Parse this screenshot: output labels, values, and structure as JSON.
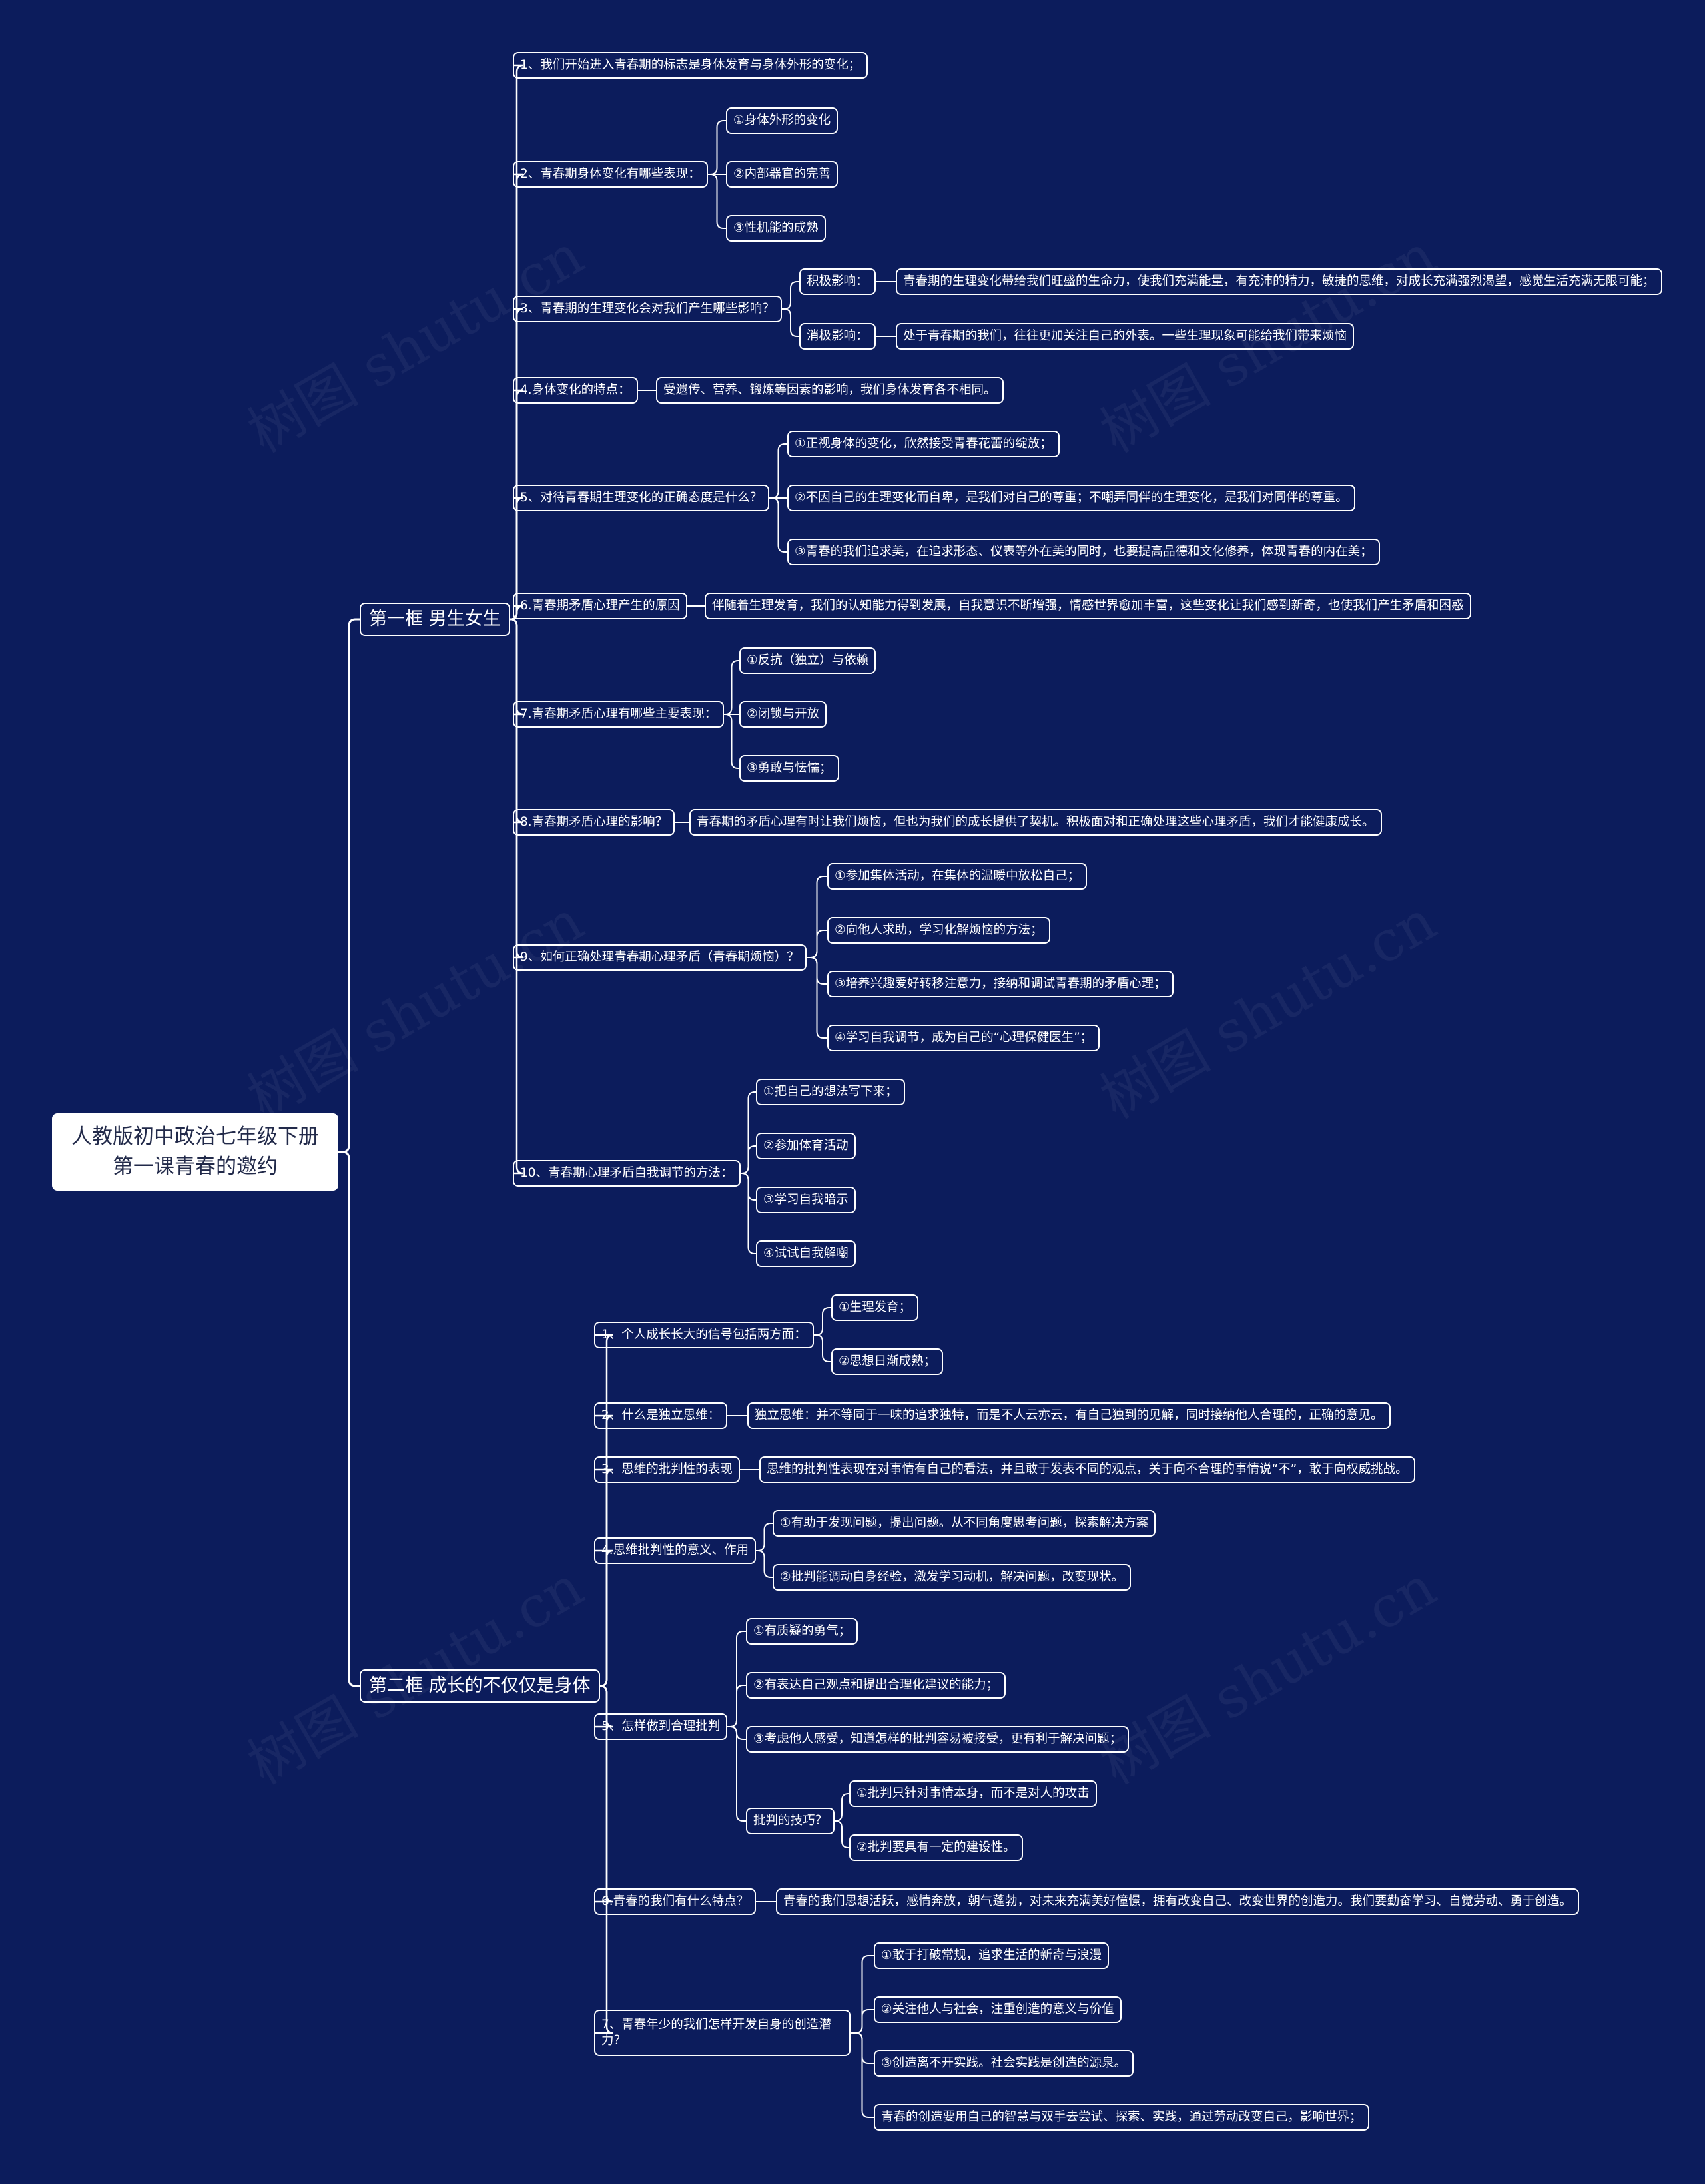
{
  "root": {
    "line1": "人教版初中政治七年级下册",
    "line2": "第一课青春的邀约"
  },
  "line_color": "#ffffff",
  "background_color": "#0c1c5c",
  "watermark": "树图 shutu.cn",
  "branches": [
    {
      "label": "第一框 男生女生",
      "children": [
        {
          "label": "1、我们开始进入青春期的标志是身体发育与身体外形的变化；",
          "children": []
        },
        {
          "label": "2、青春期身体变化有哪些表现：",
          "children": [
            {
              "label": "①身体外形的变化",
              "children": []
            },
            {
              "label": "②内部器官的完善",
              "children": []
            },
            {
              "label": "③性机能的成熟",
              "children": []
            }
          ]
        },
        {
          "label": "3、青春期的生理变化会对我们产生哪些影响？",
          "children": [
            {
              "label": "积极影响：",
              "children": [
                {
                  "label": "青春期的生理变化带给我们旺盛的生命力，使我们充满能量，有充沛的精力，敏捷的思维，对成长充满强烈渴望，感觉生活充满无限可能；",
                  "children": []
                }
              ]
            },
            {
              "label": "消极影响：",
              "children": [
                {
                  "label": "处于青春期的我们，往往更加关注自己的外表。一些生理现象可能给我们带来烦恼",
                  "children": []
                }
              ]
            }
          ]
        },
        {
          "label": "4.身体变化的特点：",
          "children": [
            {
              "label": "受遗传、营养、锻炼等因素的影响，我们身体发育各不相同。",
              "children": []
            }
          ]
        },
        {
          "label": "5、对待青春期生理变化的正确态度是什么？",
          "children": [
            {
              "label": "①正视身体的变化，欣然接受青春花蕾的绽放；",
              "children": []
            },
            {
              "label": "②不因自己的生理变化而自卑，是我们对自己的尊重；不嘲弄同伴的生理变化，是我们对同伴的尊重。",
              "children": []
            },
            {
              "label": "③青春的我们追求美，在追求形态、仪表等外在美的同时，也要提高品德和文化修养，体现青春的内在美；",
              "children": []
            }
          ]
        },
        {
          "label": "6.青春期矛盾心理产生的原因",
          "children": [
            {
              "label": "伴随着生理发育，我们的认知能力得到发展，自我意识不断增强，情感世界愈加丰富，这些变化让我们感到新奇，也使我们产生矛盾和困惑",
              "children": []
            }
          ]
        },
        {
          "label": "7.青春期矛盾心理有哪些主要表现：",
          "children": [
            {
              "label": "①反抗（独立）与依赖",
              "children": []
            },
            {
              "label": "②闭锁与开放",
              "children": []
            },
            {
              "label": "③勇敢与怯懦；",
              "children": []
            }
          ]
        },
        {
          "label": "8.青春期矛盾心理的影响？",
          "children": [
            {
              "label": "青春期的矛盾心理有时让我们烦恼，但也为我们的成长提供了契机。积极面对和正确处理这些心理矛盾，我们才能健康成长。",
              "children": []
            }
          ]
        },
        {
          "label": "9、如何正确处理青春期心理矛盾（青春期烦恼）？",
          "children": [
            {
              "label": "①参加集体活动，在集体的温暖中放松自己；",
              "children": []
            },
            {
              "label": "②向他人求助，学习化解烦恼的方法；",
              "children": []
            },
            {
              "label": "③培养兴趣爱好转移注意力，接纳和调试青春期的矛盾心理；",
              "children": []
            },
            {
              "label": "④学习自我调节，成为自己的“心理保健医生”；",
              "children": []
            }
          ]
        },
        {
          "label": "10、青春期心理矛盾自我调节的方法：",
          "children": [
            {
              "label": "①把自己的想法写下来；",
              "children": []
            },
            {
              "label": "②参加体育活动",
              "children": []
            },
            {
              "label": "③学习自我暗示",
              "children": []
            },
            {
              "label": "④试试自我解嘲",
              "children": []
            }
          ]
        }
      ]
    },
    {
      "label": "第二框  成长的不仅仅是身体",
      "children": [
        {
          "label": "1、个人成长长大的信号包括两方面：",
          "children": [
            {
              "label": "①生理发育；",
              "children": []
            },
            {
              "label": "②思想日渐成熟；",
              "children": []
            }
          ]
        },
        {
          "label": "2、什么是独立思维：",
          "children": [
            {
              "label": "独立思维：并不等同于一味的追求独特，而是不人云亦云，有自己独到的见解，同时接纳他人合理的，正确的意见。",
              "children": []
            }
          ]
        },
        {
          "label": "3、思维的批判性的表现",
          "children": [
            {
              "label": "思维的批判性表现在对事情有自己的看法，并且敢于发表不同的观点，关于向不合理的事情说“不”，敢于向权威挑战。",
              "children": []
            }
          ]
        },
        {
          "label": "4.思维批判性的意义、作用",
          "children": [
            {
              "label": "①有助于发现问题，提出问题。从不同角度思考问题，探索解决方案",
              "children": []
            },
            {
              "label": "②批判能调动自身经验，激发学习动机，解决问题，改变现状。",
              "children": []
            }
          ]
        },
        {
          "label": "5、怎样做到合理批判",
          "children": [
            {
              "label": "①有质疑的勇气；",
              "children": []
            },
            {
              "label": "②有表达自己观点和提出合理化建议的能力；",
              "children": []
            },
            {
              "label": "③考虑他人感受，知道怎样的批判容易被接受，更有利于解决问题；",
              "children": []
            },
            {
              "label": "批判的技巧？",
              "children": [
                {
                  "label": "①批判只针对事情本身，而不是对人的攻击",
                  "children": []
                },
                {
                  "label": "②批判要具有一定的建设性。",
                  "children": []
                }
              ]
            }
          ]
        },
        {
          "label": "6.青春的我们有什么特点？",
          "children": [
            {
              "label": "青春的我们思想活跃，感情奔放，朝气蓬勃，对未来充满美好憧憬，拥有改变自己、改变世界的创造力。我们要勤奋学习、自觉劳动、勇于创造。",
              "children": []
            }
          ]
        },
        {
          "label": "7、青春年少的我们怎样开发自身的创造潜力？",
          "children": [
            {
              "label": "①敢于打破常规，追求生活的新奇与浪漫",
              "children": []
            },
            {
              "label": "②关注他人与社会，注重创造的意义与价值",
              "children": []
            },
            {
              "label": "③创造离不开实践。社会实践是创造的源泉。",
              "children": []
            },
            {
              "label": "青春的创造要用自己的智慧与双手去尝试、探索、实践，通过劳动改变自己，影响世界；",
              "children": []
            }
          ]
        }
      ]
    }
  ]
}
